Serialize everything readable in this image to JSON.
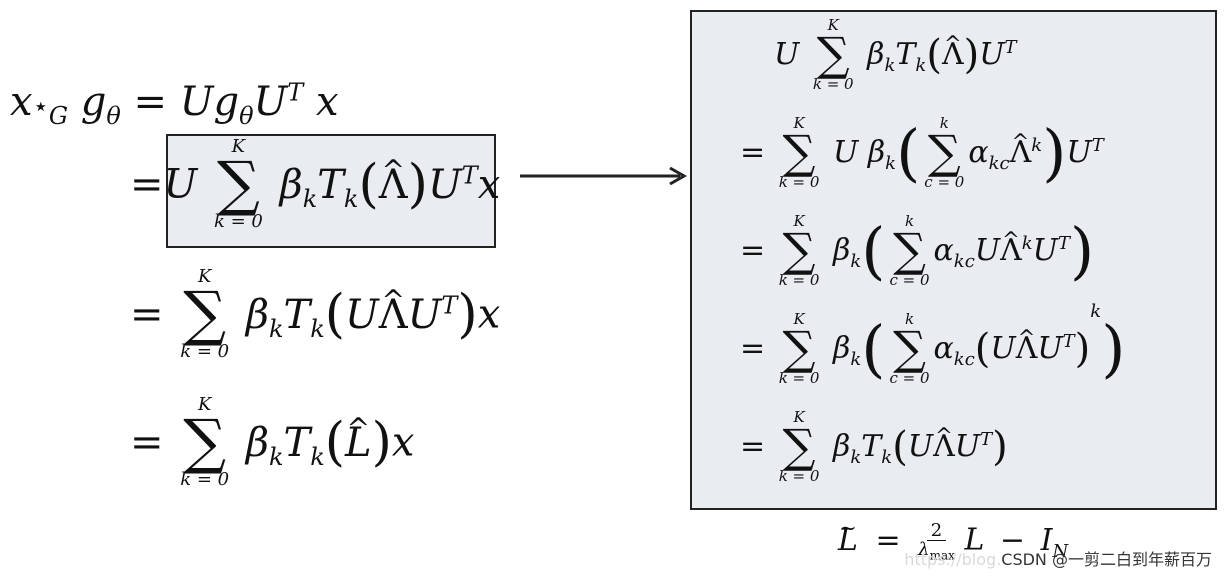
{
  "left": {
    "line1": {
      "x": "x",
      "star": "⋆",
      "sub_G": "G",
      "g": "g",
      "theta": "θ",
      "eq": "=",
      "U": "U",
      "g2": "g",
      "theta2": "θ",
      "U2": "U",
      "T": "T",
      "x2": "x"
    },
    "line2": {
      "eq": "=",
      "U": "U",
      "sum_upper": "K",
      "sum_lower": "k = 0",
      "beta": "β",
      "k": "k",
      "T": "T",
      "k2": "k",
      "Lambda": "Λ",
      "U2": "U",
      "sup_T": "T",
      "x": "x"
    },
    "line3": {
      "eq": "=",
      "sum_upper": "K",
      "sum_lower": "k = 0",
      "beta": "β",
      "k": "k",
      "T": "T",
      "k2": "k",
      "U": "U",
      "Lambda": "Λ",
      "U2": "U",
      "sup_T": "T",
      "x": "x"
    },
    "line4": {
      "eq": "=",
      "sum_upper": "K",
      "sum_lower": "k = 0",
      "beta": "β",
      "k": "k",
      "T": "T",
      "k2": "k",
      "L": "L",
      "x": "x"
    }
  },
  "right": {
    "r1": {
      "U": "U",
      "sum_upper": "K",
      "sum_lower": "k = 0",
      "beta": "β",
      "k": "k",
      "T": "T",
      "k2": "k",
      "Lambda": "Λ",
      "U2": "U",
      "sup_T": "T"
    },
    "r2": {
      "eq": "=",
      "sum_upper": "K",
      "sum_lower": "k = 0",
      "U": "U",
      "beta": "β",
      "k": "k",
      "sum2_upper": "k",
      "sum2_lower": "c = 0",
      "alpha": "α",
      "kc": "kc",
      "Lambda": "Λ",
      "sup_k": "k",
      "U2": "U",
      "sup_T": "T"
    },
    "r3": {
      "eq": "=",
      "sum_upper": "K",
      "sum_lower": "k = 0",
      "beta": "β",
      "k": "k",
      "sum2_upper": "k",
      "sum2_lower": "c = 0",
      "alpha": "α",
      "kc": "kc",
      "U": "U",
      "Lambda": "Λ",
      "sup_k": "k",
      "U2": "U",
      "sup_T": "T"
    },
    "r4": {
      "eq": "=",
      "sum_upper": "K",
      "sum_lower": "k = 0",
      "beta": "β",
      "k": "k",
      "sum2_upper": "k",
      "sum2_lower": "c = 0",
      "alpha": "α",
      "kc": "kc",
      "U": "U",
      "Lambda": "Λ",
      "U2": "U",
      "sup_T": "T",
      "sup_k": "k"
    },
    "r5": {
      "eq": "=",
      "sum_upper": "K",
      "sum_lower": "k = 0",
      "beta": "β",
      "k": "k",
      "T": "T",
      "k2": "k",
      "U": "U",
      "Lambda": "Λ",
      "U2": "U",
      "sup_T": "T"
    }
  },
  "bottom": {
    "L": "L",
    "eq": "=",
    "num": "2",
    "den": "λ",
    "den_sub": "max",
    "L2": "L",
    "minus": "−",
    "I": "I",
    "sub_N": "N"
  },
  "watermark": {
    "faint": "https://blog.",
    "text": "CSDN @一剪二白到年薪百万"
  },
  "colors": {
    "box_fill": "#e9ecf1",
    "box_border": "#222222",
    "arrow": "#222222"
  }
}
